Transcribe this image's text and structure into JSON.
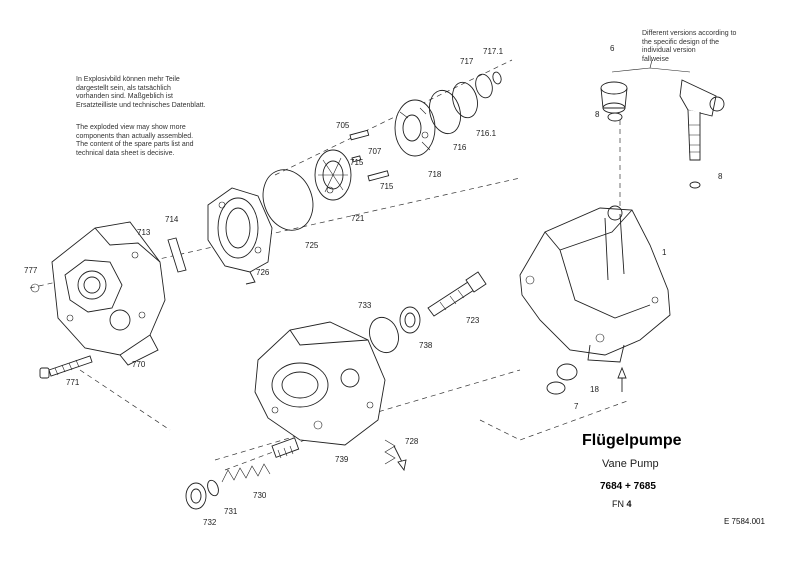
{
  "title": "Flügelpumpe",
  "subtitle": "Vane Pump",
  "models": "7684 + 7685",
  "fn_label": "FN",
  "fn_value": "4",
  "doc_id": "E 7584.001",
  "note_de": "In Explosivbild können mehr Teile\ndargestellt sein, als tatsächlich\nvorhanden sind. Maßgeblich ist\nErsatzteilliste und technisches Datenblatt.",
  "note_en": "The exploded view may show more\ncomponents than actually assembled.\nThe content of the spare parts list and\ntechnical data sheet is decisive.",
  "note_version": "Different versions according to\nthe specific design of the\nindividual version\nfallweise",
  "labels": {
    "l1": "1",
    "l6": "6",
    "l7": "7",
    "l8a": "8",
    "l8b": "8",
    "l18": "18",
    "l705": "705",
    "l707": "707",
    "l713": "713",
    "l714": "714",
    "l715a": "715",
    "l715b": "715",
    "l716": "716",
    "l716_1": "716.1",
    "l717": "717",
    "l717_1": "717.1",
    "l718": "718",
    "l721": "721",
    "l723": "723",
    "l725": "725",
    "l726": "726",
    "l728": "728",
    "l730": "730",
    "l731": "731",
    "l732": "732",
    "l733": "733",
    "l738": "738",
    "l739": "739",
    "l770": "770",
    "l771": "771",
    "l777": "777"
  }
}
